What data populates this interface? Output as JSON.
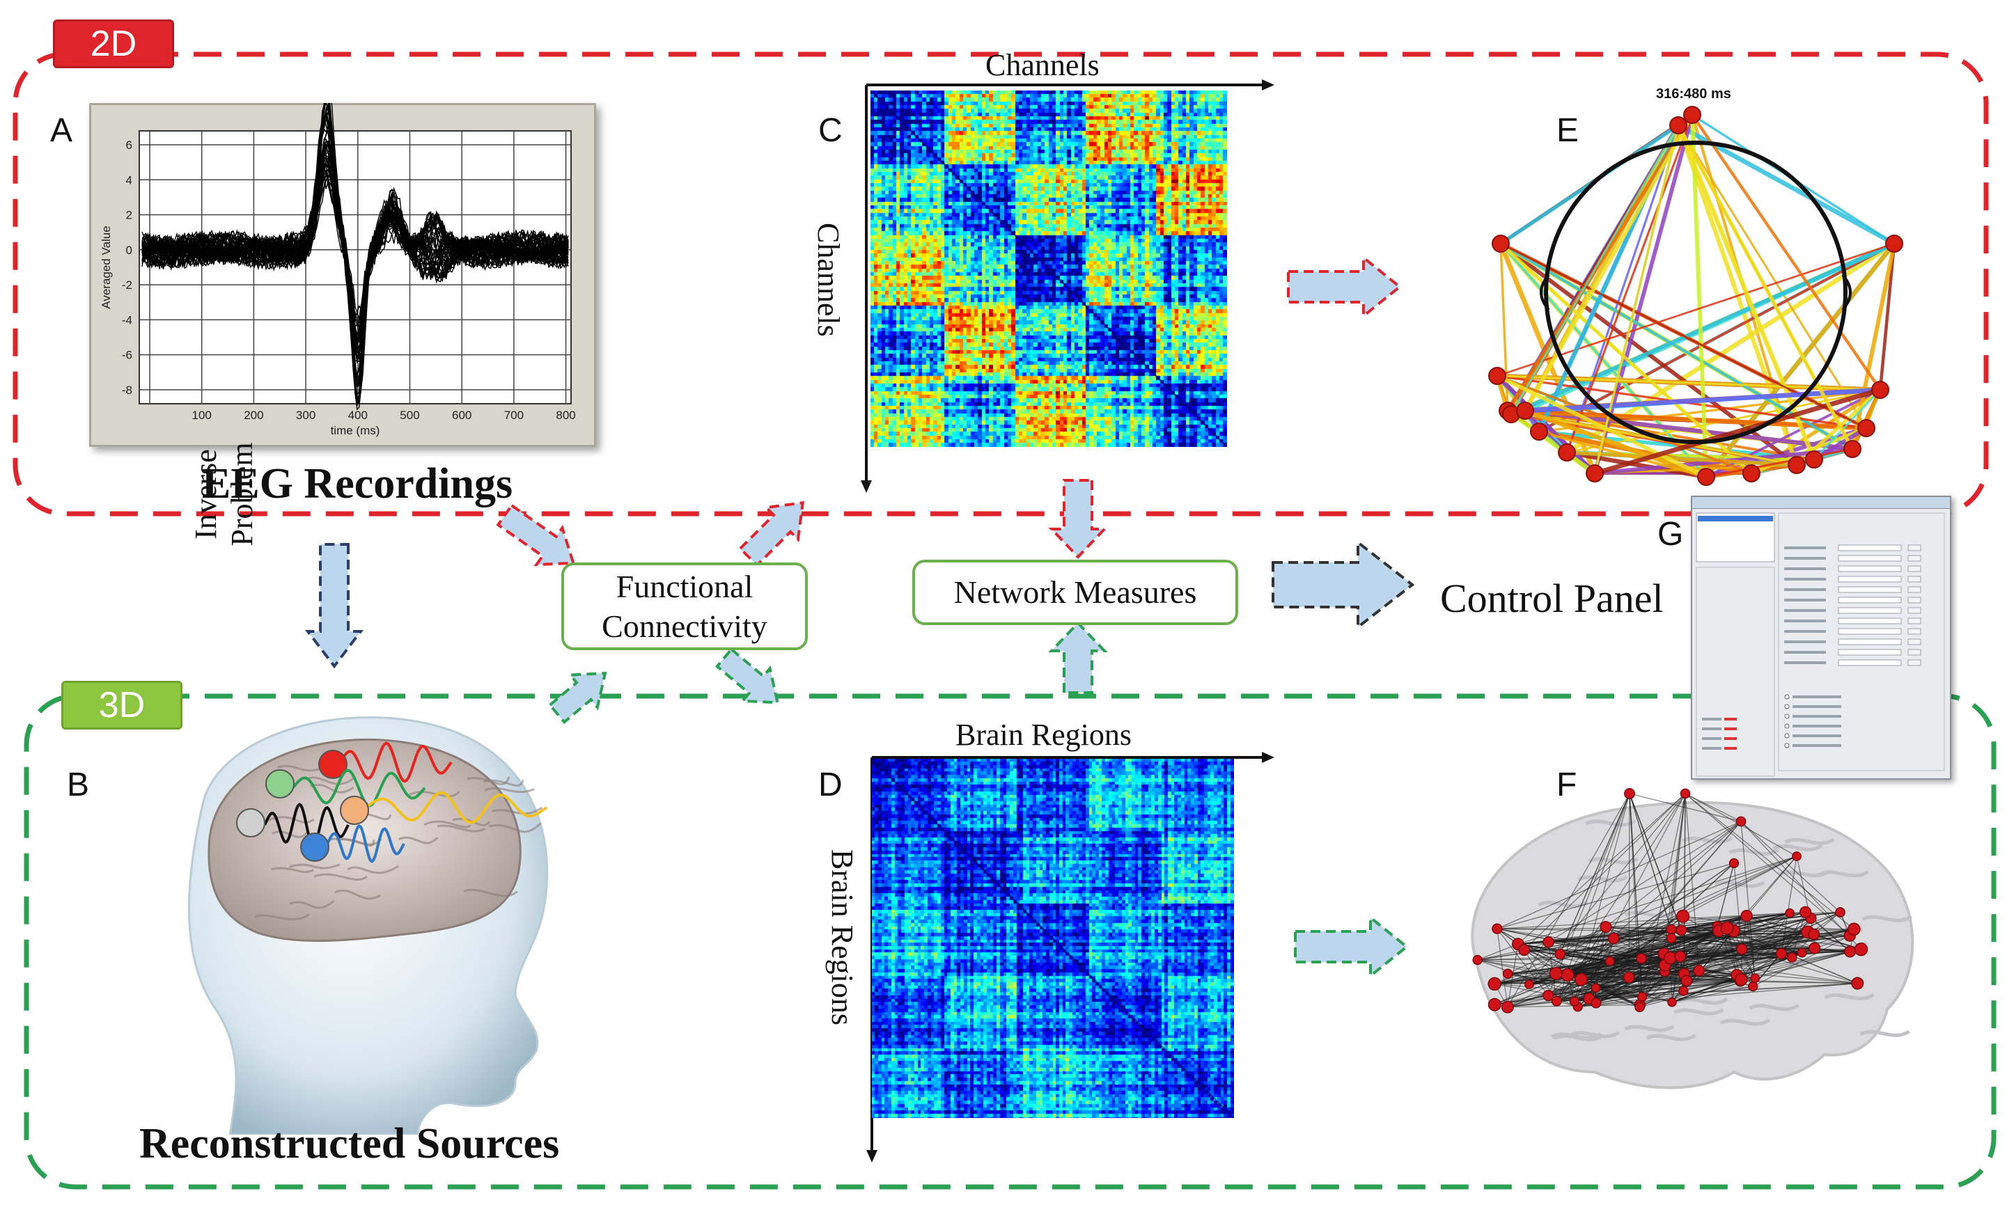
{
  "tags": {
    "two_d": "2D",
    "three_d": "3D"
  },
  "panels": {
    "A": "A",
    "B": "B",
    "C": "C",
    "D": "D",
    "E": "E",
    "F": "F",
    "G": "G"
  },
  "eeg": {
    "caption": "EEG Recordings",
    "xlabel": "time (ms)",
    "ylabel": "Averaged Value",
    "xticks": [
      "100",
      "200",
      "300",
      "400",
      "500",
      "600",
      "700",
      "800"
    ],
    "yticks": [
      "6",
      "4",
      "2",
      "0",
      "-2",
      "-4",
      "-6",
      "-8"
    ]
  },
  "sources": {
    "caption": "Reconstructed Sources"
  },
  "inverse": {
    "line1": "Inverse",
    "line2": "Problem"
  },
  "fc": {
    "line1": "Functional",
    "line2": "Connectivity"
  },
  "nm": {
    "label": "Network Measures"
  },
  "control": {
    "label": "Control Panel"
  },
  "matrixC": {
    "xlabel": "Channels",
    "ylabel": "Channels"
  },
  "matrixD": {
    "xlabel": "Brain Regions",
    "ylabel": "Brain Regions"
  },
  "topo": {
    "time": "316:480 ms"
  },
  "colors": {
    "red_dash": "#e0242c",
    "green_dash": "#2aa052",
    "tag_red": "#e0242c",
    "tag_green": "#8cc63f",
    "box_border": "#6ab04c",
    "arrow_fill": "#bcd6ee"
  }
}
